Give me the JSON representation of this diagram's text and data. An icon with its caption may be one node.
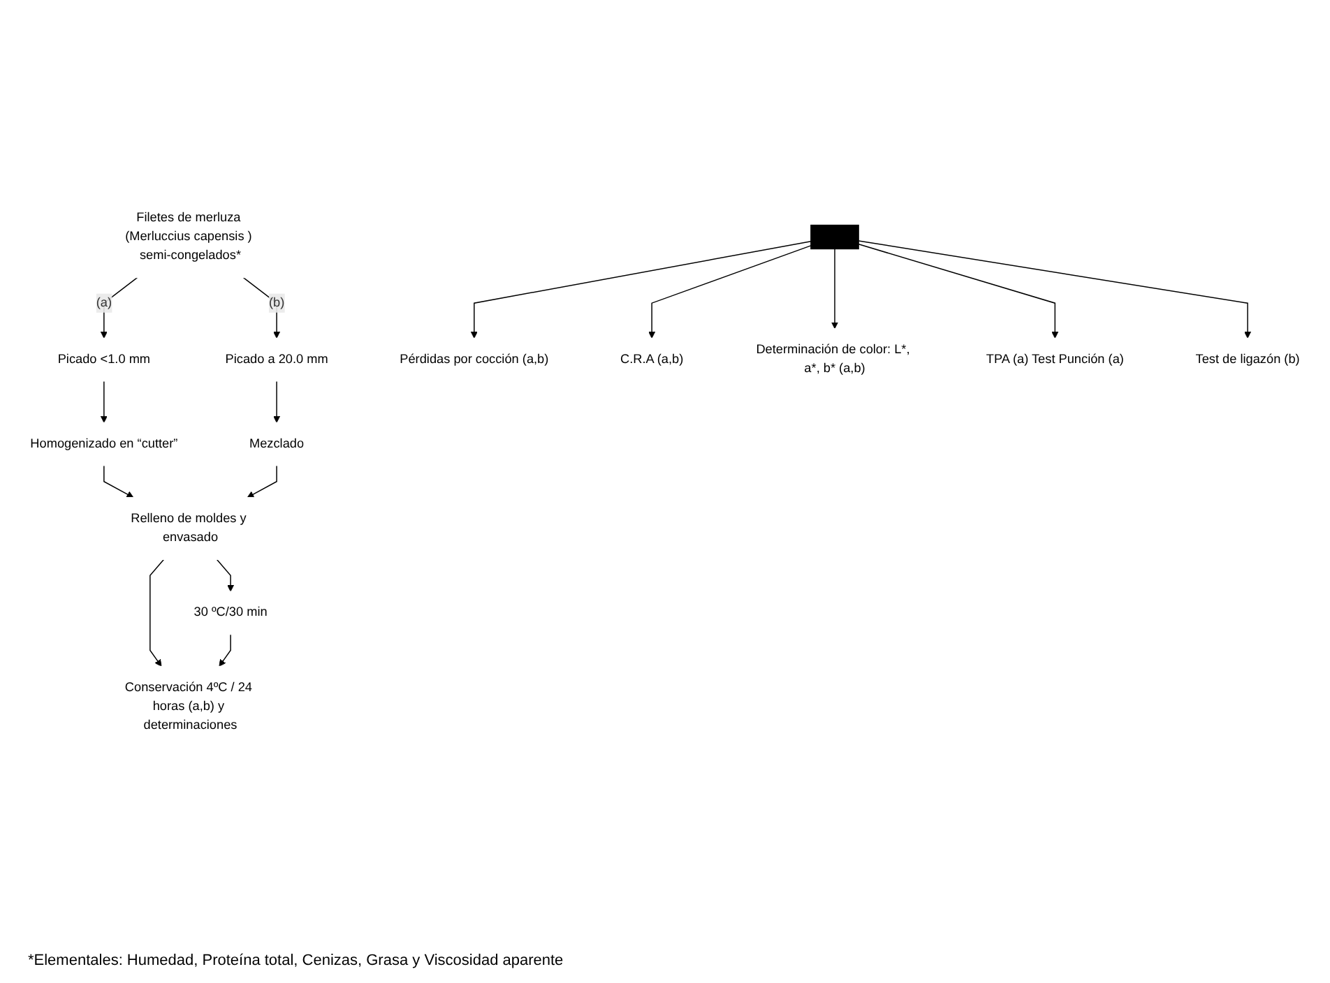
{
  "diagram": {
    "nodes": [
      {
        "text": [
          "Filetes de merluza (Merluccius capensis ) semi-congelados*"
        ]
      },
      {
        "text": [
          "Picado <1.0 mm"
        ]
      },
      {
        "text": [
          "Picado a 20.0 mm"
        ]
      },
      {
        "text": [
          "Homogenizado en “cutter”"
        ]
      },
      {
        "text": [
          "Mezclado"
        ]
      },
      {
        "text": [
          "Relleno de moldes y envasado"
        ]
      },
      {
        "text": [
          "30 ºC/30 min"
        ]
      },
      {
        "text": [
          "Conservación 4ºC / 24 horas (a,b) y determinaciones"
        ]
      },
      {
        "text": [],
        "shape": "bar"
      },
      {
        "text": [
          "Pérdidas por cocción (a,b)"
        ]
      },
      {
        "text": [
          "C.R.A (a,b)"
        ]
      },
      {
        "text": [
          "Determinación de color: L*, a*, b* (a,b)"
        ]
      },
      {
        "text": [
          "TPA (a) Test Punción (a)"
        ]
      },
      {
        "text": [
          "Test de ligazón (b)"
        ]
      }
    ],
    "edges": [
      {
        "from": 0,
        "to": 1,
        "arrow": "to",
        "label": "(a)"
      },
      {
        "from": 0,
        "to": 2,
        "arrow": "to",
        "label": "(b)"
      },
      {
        "from": 1,
        "to": 3,
        "arrow": "to"
      },
      {
        "from": 2,
        "to": 4,
        "arrow": "to"
      },
      {
        "from": 3,
        "to": 5,
        "arrow": "to"
      },
      {
        "from": 4,
        "to": 5,
        "arrow": "to"
      },
      {
        "from": 5,
        "to": 7,
        "arrow": "to"
      },
      {
        "from": 5,
        "to": 6,
        "arrow": "to"
      },
      {
        "from": 6,
        "to": 7,
        "arrow": "to"
      },
      {
        "from": 8,
        "to": 9,
        "arrow": "to"
      },
      {
        "from": 8,
        "to": 10,
        "arrow": "to"
      },
      {
        "from": 8,
        "to": 11,
        "arrow": "to"
      },
      {
        "from": 8,
        "to": 12,
        "arrow": "to"
      },
      {
        "from": 8,
        "to": 13,
        "arrow": "to"
      }
    ],
    "labels": [
      "*Elementales: Humedad, Proteína total, Cenizas, Grasa y Viscosidad aparente"
    ]
  }
}
